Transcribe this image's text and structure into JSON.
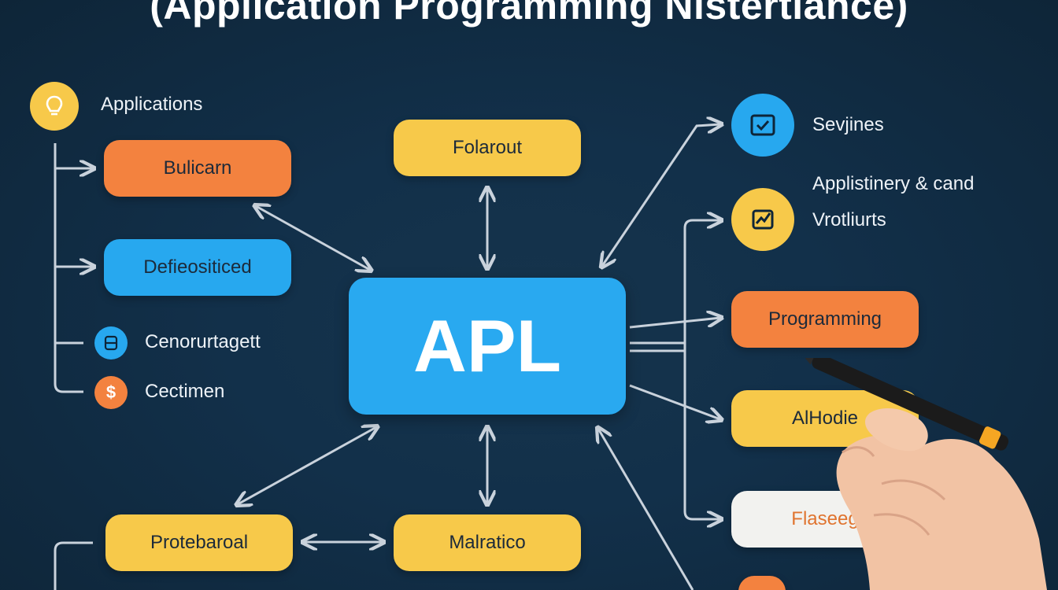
{
  "title": "(Application Programming Nistertiance)",
  "center": "APL",
  "left": {
    "heading": "Applications",
    "pill_1": "Bulicarn",
    "pill_2": "Defieositiced",
    "item_3": "Cenorurtagett",
    "item_4": "Cectimen",
    "item_4_symbol": "$"
  },
  "top_pill": "Folarout",
  "right": {
    "item_1": "Sevjines",
    "item_2_line1": "Applistinery & cand",
    "item_2_line2": "Vrotliurts",
    "pill_3": "Programming",
    "pill_4": "AlHodie",
    "pill_5": "Flaseeg"
  },
  "bottom": {
    "pill_left": "Protebaroal",
    "pill_center": "Malratico"
  },
  "colors": {
    "background": "#12304a",
    "orange": "#f3823f",
    "blue": "#27a8ef",
    "yellow": "#f7c94a"
  },
  "icons": [
    "lightbulb-icon",
    "database-icon",
    "dollar-icon",
    "check-square-icon",
    "chart-check-icon"
  ]
}
